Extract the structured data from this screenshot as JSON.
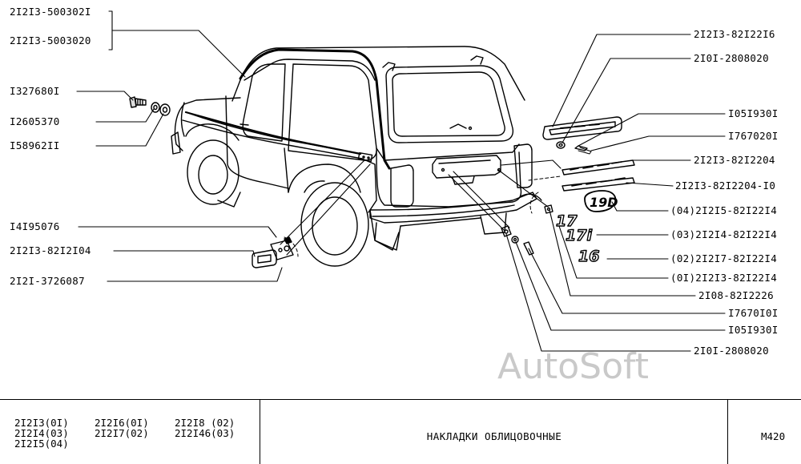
{
  "labels_left": [
    {
      "id": "l1",
      "text": "2I2I3-500302I"
    },
    {
      "id": "l2",
      "text": "2I2I3-5003020"
    },
    {
      "id": "l3",
      "text": "I327680I"
    },
    {
      "id": "l4",
      "text": "I2605370"
    },
    {
      "id": "l5",
      "text": "I58962II"
    },
    {
      "id": "l6",
      "text": "I4I95076"
    },
    {
      "id": "l7",
      "text": "2I2I3-82I2I04"
    },
    {
      "id": "l8",
      "text": "2I2I-3726087"
    }
  ],
  "labels_right": [
    {
      "id": "r1",
      "text": "2I2I3-82I22I6"
    },
    {
      "id": "r2",
      "text": "2I0I-2808020"
    },
    {
      "id": "r3",
      "text": "I05I930I"
    },
    {
      "id": "r4",
      "text": "I767020I"
    },
    {
      "id": "r5",
      "text": "2I2I3-82I2204"
    },
    {
      "id": "r6",
      "text": "2I2I3-82I2204-I0"
    },
    {
      "id": "r7",
      "text": "(04)2I2I5-82I22I4"
    },
    {
      "id": "r8",
      "text": "(03)2I2I4-82I22I4"
    },
    {
      "id": "r9",
      "text": "(02)2I2I7-82I22I4"
    },
    {
      "id": "r10",
      "text": "(0I)2I2I3-82I22I4"
    },
    {
      "id": "r11",
      "text": "2I08-82I2226"
    },
    {
      "id": "r12",
      "text": "I7670I0I"
    },
    {
      "id": "r13",
      "text": "I05I930I"
    },
    {
      "id": "r14",
      "text": "2I0I-2808020"
    }
  ],
  "badges": {
    "b19": "19D",
    "b17": "17",
    "b17i": "17i",
    "b16": "16"
  },
  "watermark": "AutoSoft",
  "titleblock": {
    "codes": [
      [
        "2I2I3(0I)",
        "2I2I6(0I)",
        "2I2I8 (02)"
      ],
      [
        "2I2I4(03)",
        "2I2I7(02)",
        "2I2I46(03)"
      ],
      [
        "2I2I5(04)",
        "",
        ""
      ]
    ],
    "title": "НАКЛАДКИ   ОБЛИЦОВОЧНЫЕ",
    "sheet": "M420"
  }
}
